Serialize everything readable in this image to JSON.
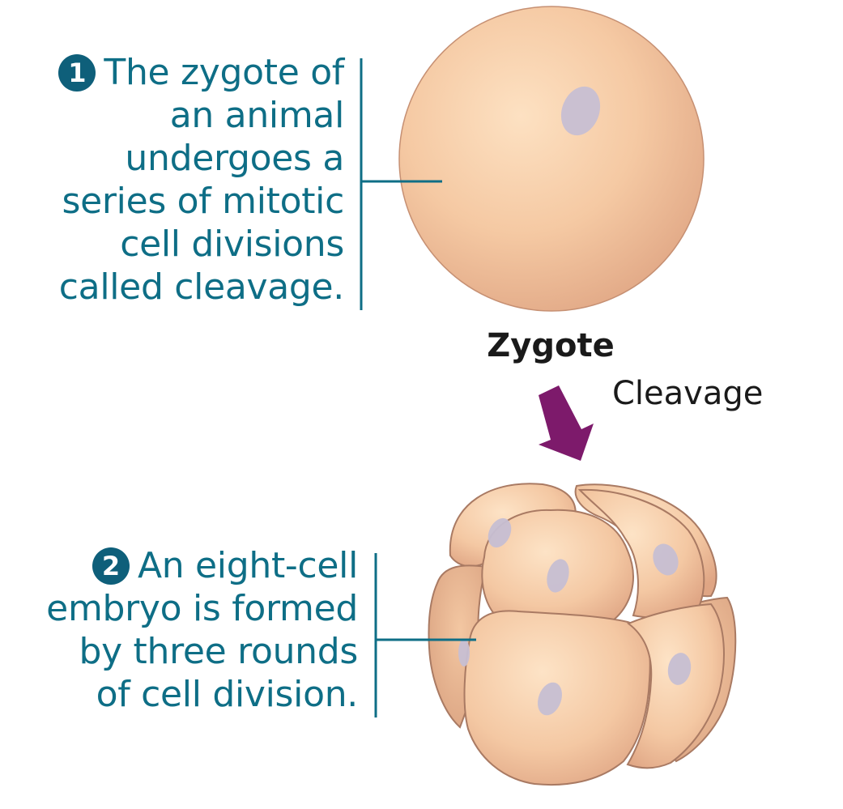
{
  "steps": [
    {
      "number": "1",
      "lines": [
        "The zygote of",
        "an animal",
        "undergoes a",
        "series of mitotic",
        "cell divisions",
        "called cleavage."
      ]
    },
    {
      "number": "2",
      "lines": [
        "An eight-cell",
        "embryo is formed",
        "by three rounds",
        "of cell division."
      ]
    }
  ],
  "labels": {
    "zygote": "Zygote",
    "cleavage": "Cleavage"
  },
  "colors": {
    "annotation_text": "#0e6e86",
    "badge": "#0e5f7a",
    "arrow": "#7d1a6b",
    "cell_fill": "#f2c49e",
    "nucleus": "#c7bfd3"
  }
}
